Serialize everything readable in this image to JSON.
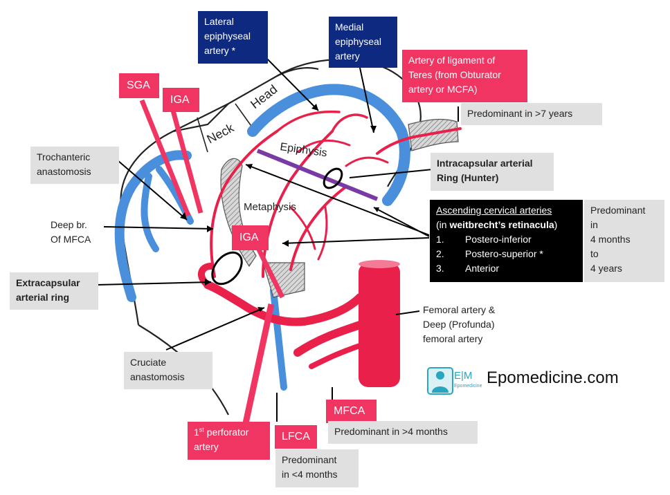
{
  "labels": {
    "lateral_epiphyseal": [
      "Lateral",
      "epiphyseal",
      "artery *"
    ],
    "medial_epiphyseal": [
      "Medial",
      "epiphyseal",
      "artery"
    ],
    "artery_lig_teres": [
      "Artery of ligament of",
      "Teres (from Obturator",
      "artery or MCFA)"
    ],
    "predominant_7y": "Predominant in >7 years",
    "sga": "SGA",
    "iga_top": "IGA",
    "iga_mid": "IGA",
    "trochanteric": [
      "Trochanteric",
      "anastomosis"
    ],
    "intracapsular_ring": [
      "Intracapsular arterial",
      "Ring (Hunter)"
    ],
    "deep_br": [
      "Deep br.",
      "Of MFCA"
    ],
    "ascending": {
      "title": "Ascending cervical arteries",
      "subtitle_pre": "(in ",
      "subtitle_bold": "weitbrecht’s retinacula",
      "subtitle_post": ")",
      "items": [
        {
          "num": "1.",
          "text": "Postero-inferior"
        },
        {
          "num": "2.",
          "text": "Postero-superior *"
        },
        {
          "num": "3.",
          "text": "Anterior"
        }
      ]
    },
    "predominant_4m_4y": [
      "Predominant",
      "in",
      "4 months",
      "to",
      "4 years"
    ],
    "extracapsular_ring": [
      "Extracapsular",
      "arterial ring"
    ],
    "femoral": [
      "Femoral artery &",
      "Deep (Profunda)",
      "femoral artery"
    ],
    "cruciate": [
      "Cruciate",
      "anastomosis"
    ],
    "first_perforator_sup": "st",
    "first_perforator": [
      "1",
      " perforator",
      "artery"
    ],
    "lfca": "LFCA",
    "mfca": "MFCA",
    "predominant_gt4m": "Predominant in >4 months",
    "predominant_lt4m": [
      "Predominant",
      "in <4 months"
    ]
  },
  "diagram_text": {
    "neck": "Neck",
    "head": "Head",
    "epiphysis": "Epiphysis",
    "metaphysis": "Metaphysis"
  },
  "brand": {
    "logo_letters": "E|M",
    "logo_small": "Epomedicine",
    "site": "Epomedicine.com"
  },
  "colors": {
    "artery_red": "#e8204a",
    "label_pink": "#f03562",
    "label_navy": "#0d2a80",
    "bone_blue": "#4a8fdc",
    "callout_grey": "#e0e0e0"
  }
}
